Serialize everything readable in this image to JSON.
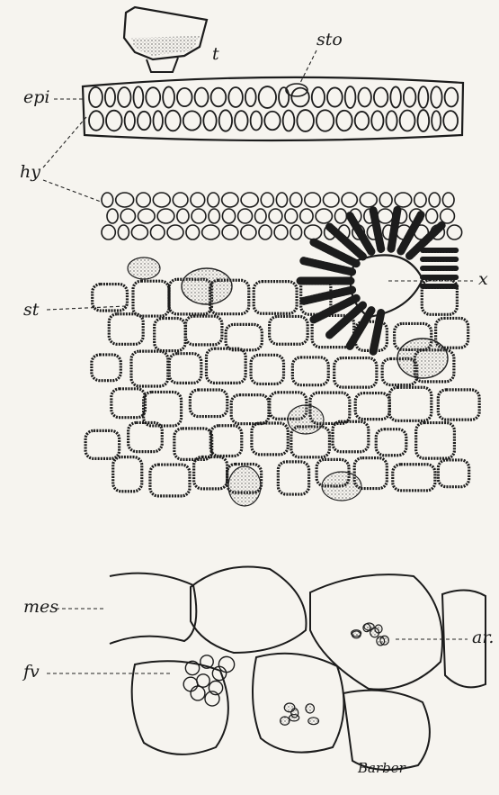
{
  "figure": {
    "labels": {
      "trichome": "t",
      "stoma": "sto",
      "epidermis": "epi",
      "hypodermis": "hy",
      "stomatal_chamber": "st",
      "air_space": "x",
      "mesophyll": "mes",
      "vascular_bundle": "fv",
      "granules": "ar."
    },
    "signature": "Barber"
  },
  "colors": {
    "paper": "#f6f4ef",
    "ink": "#1c1c1c",
    "stipple": "#555555"
  }
}
